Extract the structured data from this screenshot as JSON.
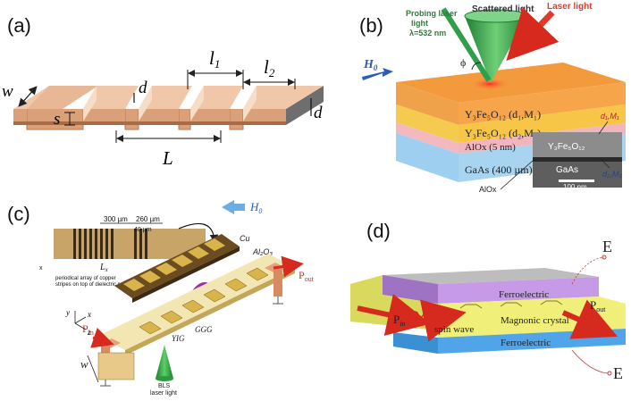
{
  "panels": {
    "a": {
      "label": "(a)",
      "dims": {
        "w": "w",
        "d_top": "d",
        "s": "s",
        "l1": "l",
        "l1_sub": "1",
        "l2": "l",
        "l2_sub": "2",
        "d_right": "d",
        "L": "L"
      }
    },
    "b": {
      "label": "(b)",
      "scattered": "Scattered light",
      "laser": "Laser light",
      "probe_line1": "Probing laser",
      "probe_line2": "light",
      "probe_line3": "λ=532 nm",
      "h0": "H",
      "h0_sub": "0",
      "phi": "ϕ",
      "layer1": "Y₃Fe₅O₁₂ (d₁,M₁)",
      "layer2": "Y₃Fe₅O₁₂ (d₂,M₂)",
      "layer3": "AlOx (5 nm)",
      "layer4": "GaAs (400 µm)",
      "inset_yig": "Y₃Fe₅O₁₂",
      "inset_gaas": "GaAs",
      "inset_d1": "d₁,M₁",
      "inset_d2": "d₂,M₂",
      "inset_alox": "AlOx",
      "scalebar": "100 nm"
    },
    "c": {
      "label": "(c)",
      "dim300": "300 µm",
      "dim260": "260 µm",
      "dim40": "40 µm",
      "lx": "L",
      "lx_sub": "x",
      "caption_line1": "periodical array of copper",
      "caption_line2": "stripes on top of dielectric substrate",
      "cu": "Cu",
      "al2o3": "Al₂O₃",
      "yig": "YIG",
      "ggg": "GGG",
      "h0": "H",
      "h0_sub": "0",
      "pin": "P",
      "pin_sub": "in",
      "pout": "P",
      "pout_sub": "out",
      "bls_line1": "BLS",
      "bls_line2": "laser light",
      "axis_x": "x",
      "axis_y": "y",
      "axis_z": "z",
      "w": "w"
    },
    "d": {
      "label": "(d)",
      "e_top": "E",
      "e_bottom": "E",
      "ferro_top": "Ferroelectric",
      "ferro_bottom": "Ferroelectric",
      "magnonic": "Magnonic crystal",
      "spin_wave": "spin wave",
      "pin": "P",
      "pin_sub": "in",
      "pout": "P",
      "pout_sub": "out"
    }
  },
  "colors": {
    "copper_light": "#eec3a3",
    "copper_dark": "#c98d67",
    "substrate_gray": "#888888",
    "yig_orange": "#f39a3c",
    "yig_yellow": "#f7c548",
    "alox_pink": "#f1b6bd",
    "gaas_blue": "#a8d4f0",
    "cone_green": "#3fa34d",
    "ferro_purple": "#b58ad8",
    "ferro_blue": "#4fa5e8",
    "magnonic_yellow": "#efef7a",
    "arrow_red": "#d62a1e"
  }
}
